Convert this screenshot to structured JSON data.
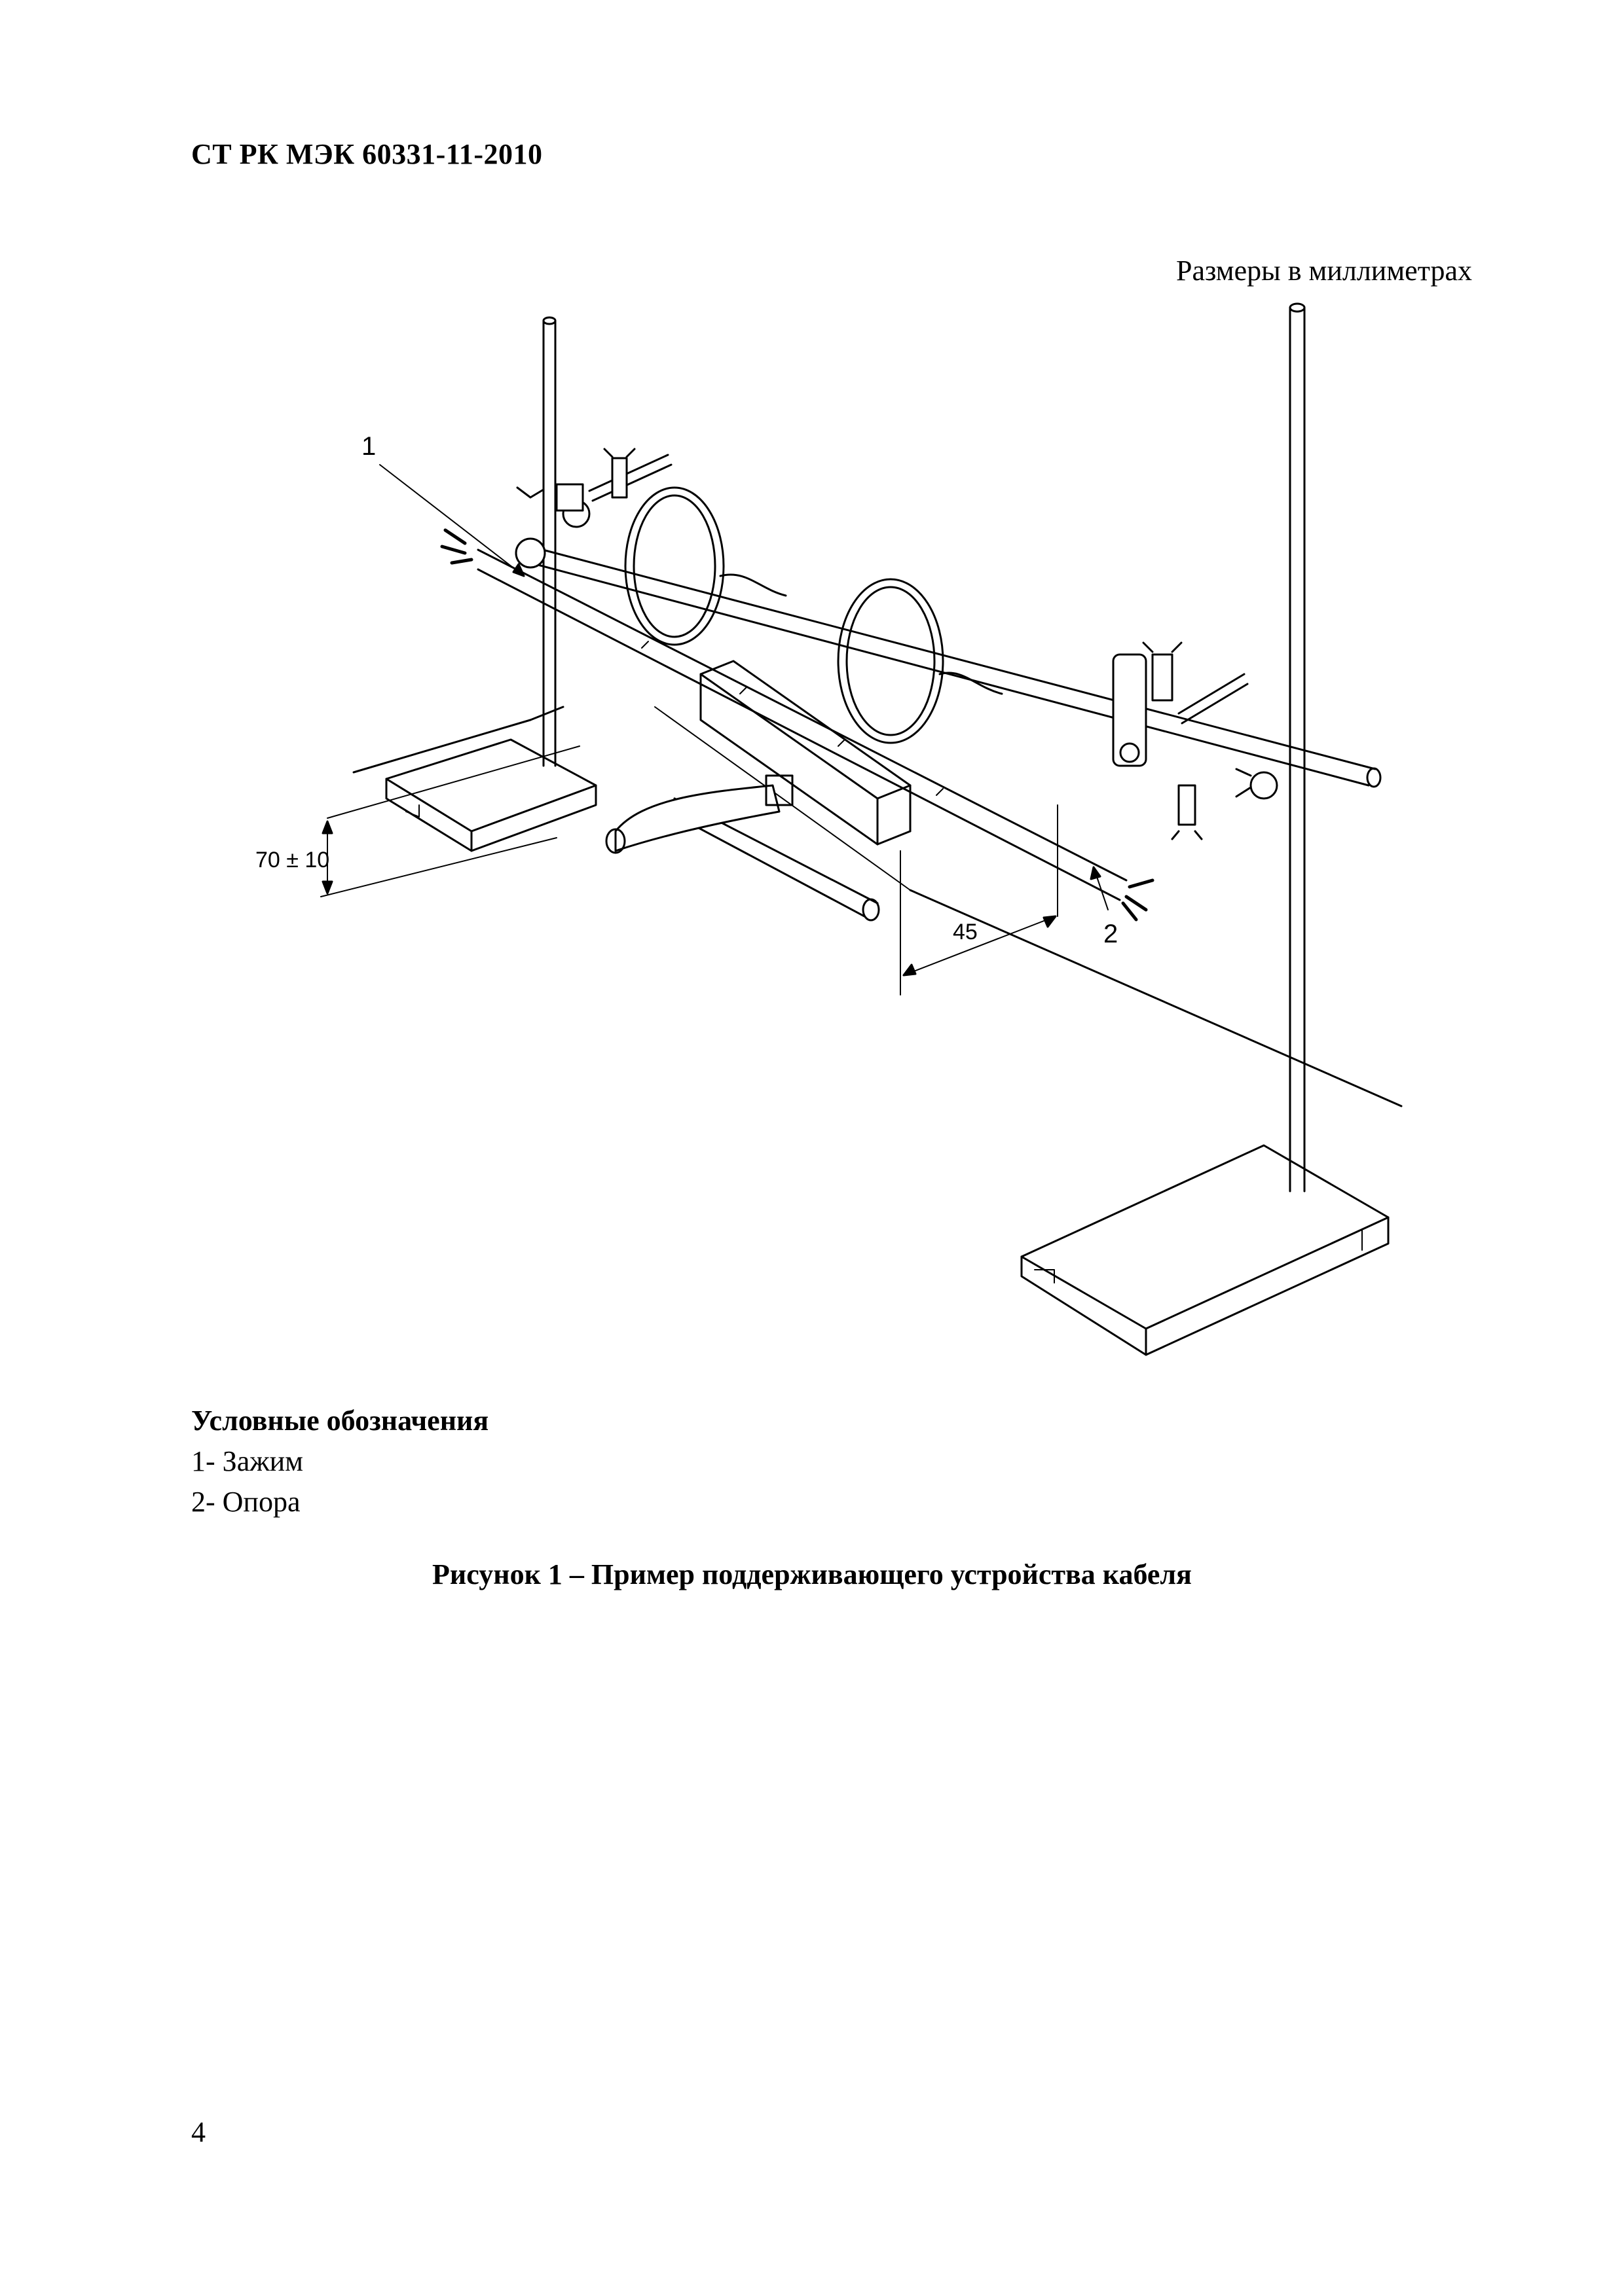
{
  "document": {
    "header": "СТ РК МЭК 60331-11-2010",
    "units_note": "Размеры в миллиметрах",
    "figure": {
      "callout_1": "1",
      "callout_2": "2",
      "dim_height": "70 ± 10",
      "dim_offset": "45"
    },
    "legend": {
      "title": "Условные обозначения",
      "items": [
        "1- Зажим",
        "2- Опора"
      ]
    },
    "caption": "Рисунок 1 – Пример поддерживающего устройства кабеля",
    "page_number": "4"
  }
}
